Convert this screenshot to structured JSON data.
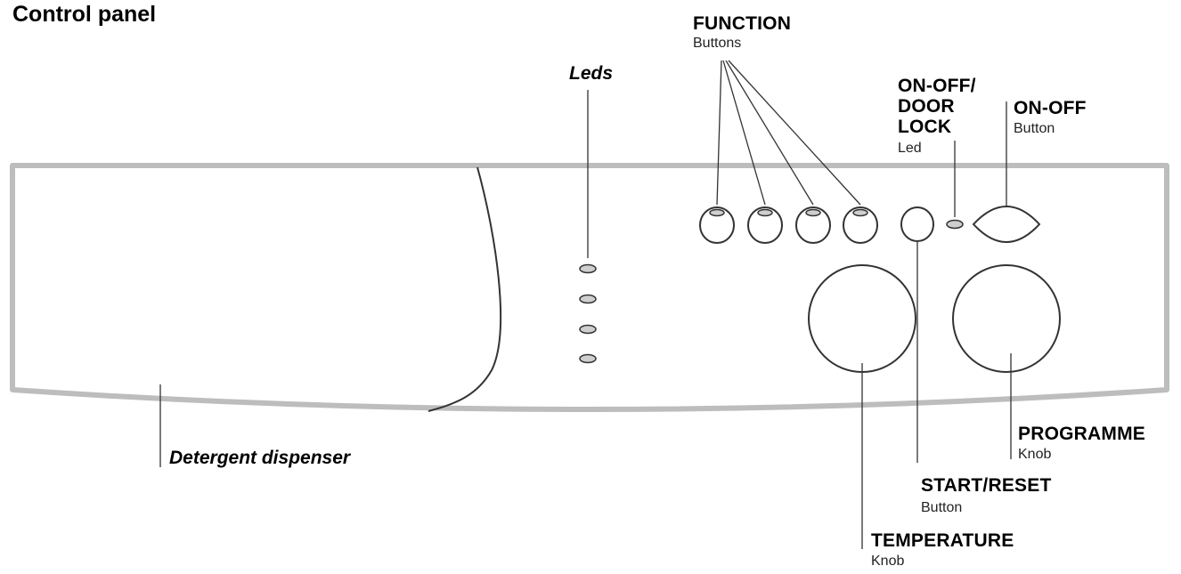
{
  "title": "Control panel",
  "labels": {
    "leds": "Leds",
    "function_title": "FUNCTION",
    "function_sub": "Buttons",
    "onoff_lock_line1": "ON-OFF/",
    "onoff_lock_line2": "DOOR",
    "onoff_lock_line3": "LOCK",
    "onoff_lock_sub": "Led",
    "onoff_title": "ON-OFF",
    "onoff_sub": "Button",
    "detergent": "Detergent dispenser",
    "programme_title": "PROGRAMME",
    "programme_sub": "Knob",
    "start_title": "START/RESET",
    "start_sub": "Button",
    "temperature_title": "TEMPERATURE",
    "temperature_sub": "Knob"
  },
  "colors": {
    "panel_stroke": "#bdbdbd",
    "line": "#333333",
    "led_fill": "#cfcfcf"
  }
}
